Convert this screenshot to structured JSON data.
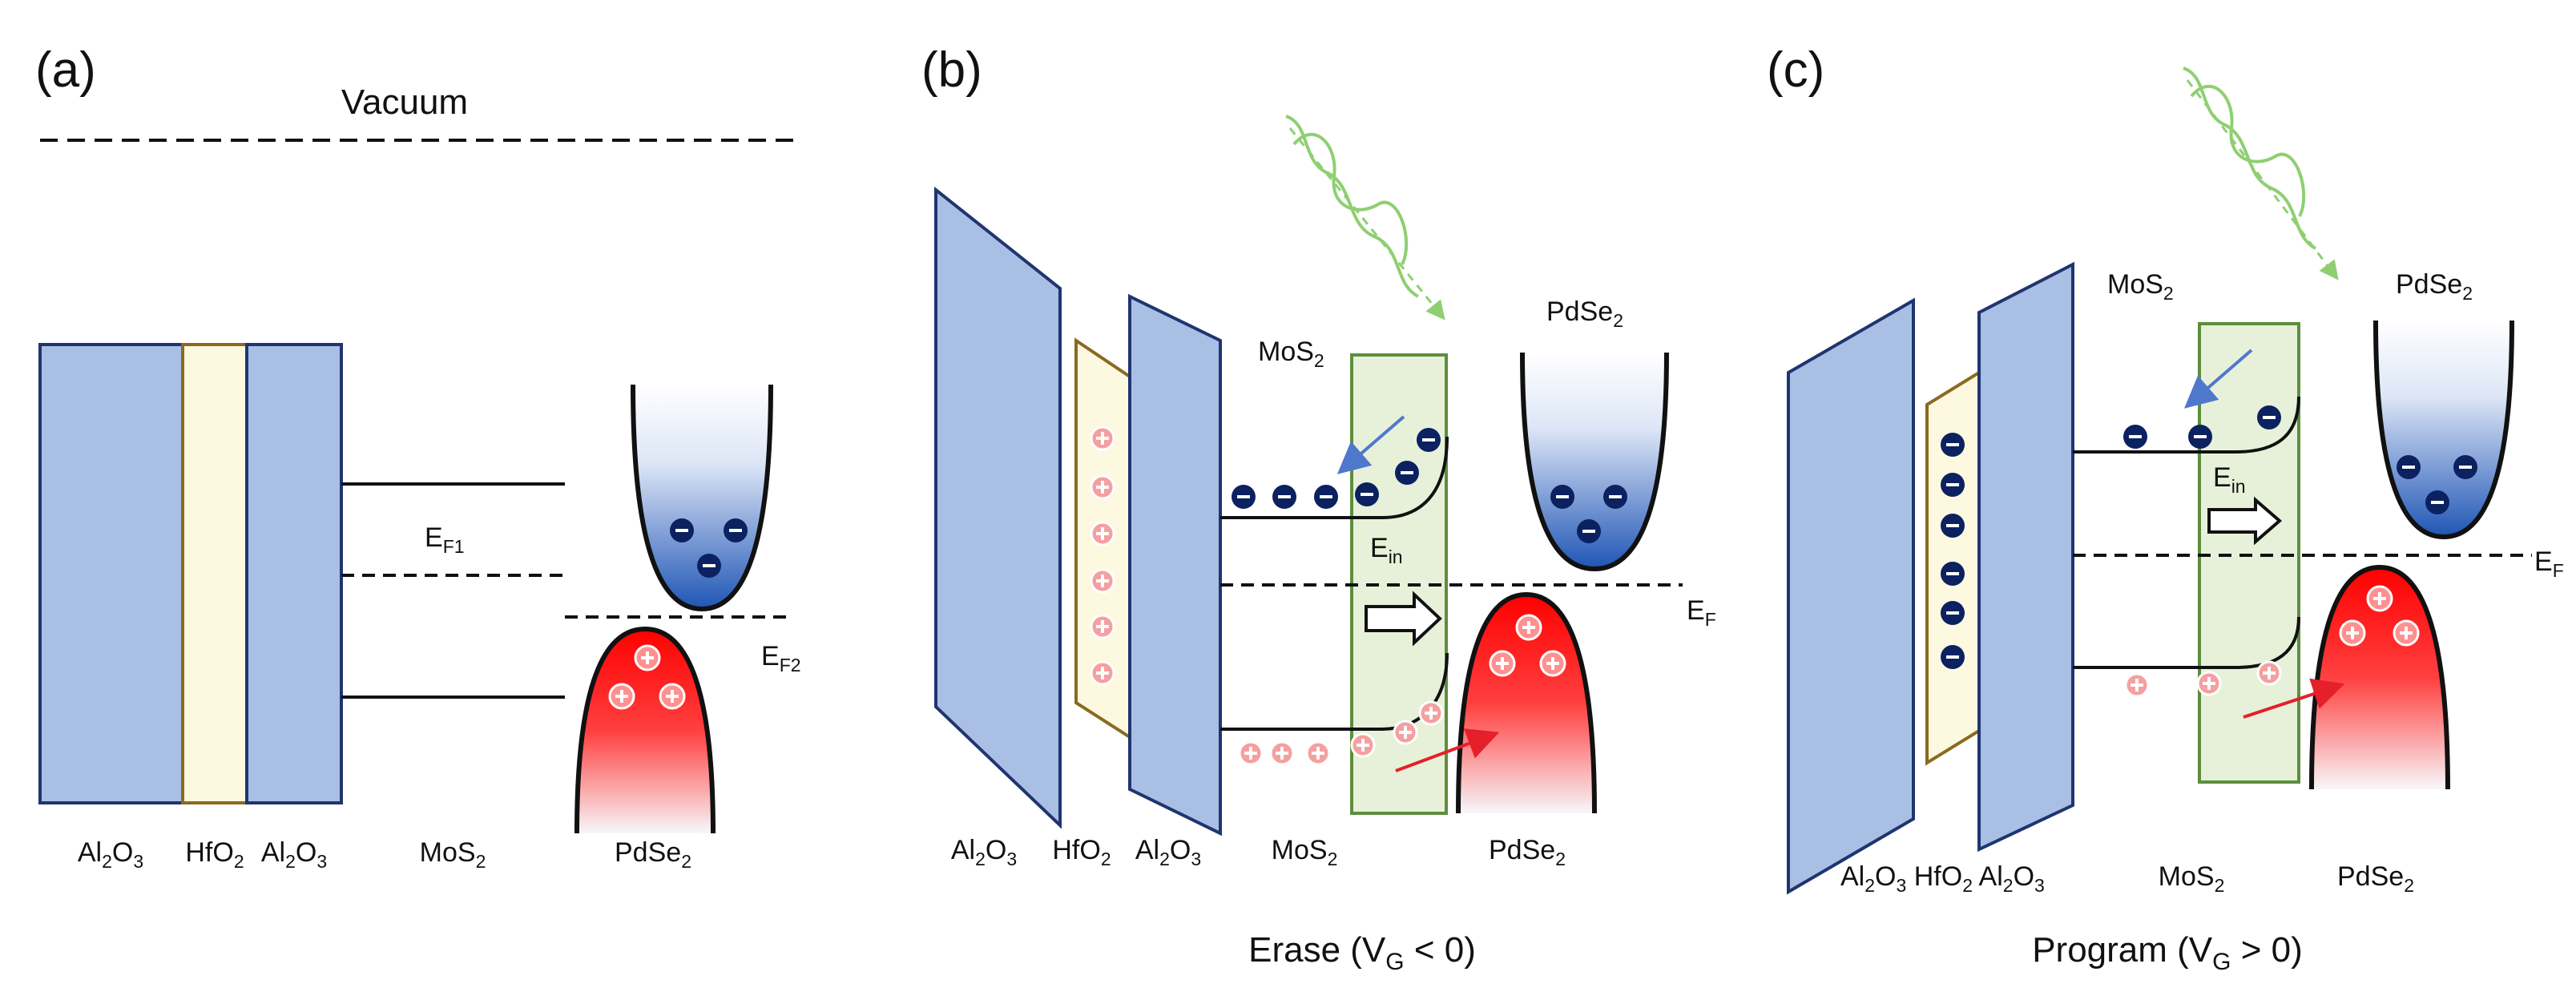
{
  "colors": {
    "oxide": "#aabfe4",
    "oxide_stroke": "#1f3570",
    "hfo2": "#fdf8e0",
    "hfo2_stroke": "#8b6a20",
    "mos2": "#e7f1da",
    "mos2_stroke": "#5d8e3c",
    "electron": "#0b2160",
    "hole": "#f08a8a",
    "electron_band": "#2f5fb3",
    "hole_band": "#ff1b1b",
    "arrow_blue": "#4f78cc",
    "arrow_red": "#e5202a",
    "light": "#8fcf72"
  },
  "panels": {
    "a": {
      "label": "(a)",
      "vacuum": "Vacuum",
      "ef1": {
        "base": "E",
        "sub": "F1"
      },
      "ef2": {
        "base": "E",
        "sub": "F2"
      },
      "bottom": [
        {
          "parts": [
            {
              "t": "Al"
            },
            {
              "t": "2",
              "s": 1
            },
            {
              "t": "O"
            },
            {
              "t": "3",
              "s": 1
            }
          ]
        },
        {
          "parts": [
            {
              "t": "HfO"
            },
            {
              "t": "2",
              "s": 1
            }
          ]
        },
        {
          "parts": [
            {
              "t": "Al"
            },
            {
              "t": "2",
              "s": 1
            },
            {
              "t": "O"
            },
            {
              "t": "3",
              "s": 1
            }
          ]
        },
        {
          "parts": [
            {
              "t": "MoS"
            },
            {
              "t": "2",
              "s": 1
            }
          ]
        },
        {
          "parts": [
            {
              "t": "PdSe"
            },
            {
              "t": "2",
              "s": 1
            }
          ]
        }
      ]
    },
    "b": {
      "label": "(b)",
      "mos2_top": {
        "parts": [
          {
            "t": "MoS"
          },
          {
            "t": "2",
            "s": 1
          }
        ]
      },
      "pdse2_top": {
        "parts": [
          {
            "t": "PdSe"
          },
          {
            "t": "2",
            "s": 1
          }
        ]
      },
      "ein": {
        "base": "E",
        "sub": "in"
      },
      "ef": {
        "base": "E",
        "sub": "F"
      },
      "bottom": [
        {
          "parts": [
            {
              "t": "Al"
            },
            {
              "t": "2",
              "s": 1
            },
            {
              "t": "O"
            },
            {
              "t": "3",
              "s": 1
            }
          ]
        },
        {
          "parts": [
            {
              "t": "HfO"
            },
            {
              "t": "2",
              "s": 1
            }
          ]
        },
        {
          "parts": [
            {
              "t": "Al"
            },
            {
              "t": "2",
              "s": 1
            },
            {
              "t": "O"
            },
            {
              "t": "3",
              "s": 1
            }
          ]
        },
        {
          "parts": [
            {
              "t": "MoS"
            },
            {
              "t": "2",
              "s": 1
            }
          ]
        },
        {
          "parts": [
            {
              "t": "PdSe"
            },
            {
              "t": "2",
              "s": 1
            }
          ]
        }
      ],
      "caption": {
        "parts": [
          {
            "t": "Erase (V"
          },
          {
            "t": "G",
            "s": 1
          },
          {
            "t": " < 0)"
          }
        ]
      }
    },
    "c": {
      "label": "(c)",
      "mos2_top": {
        "parts": [
          {
            "t": "MoS"
          },
          {
            "t": "2",
            "s": 1
          }
        ]
      },
      "pdse2_top": {
        "parts": [
          {
            "t": "PdSe"
          },
          {
            "t": "2",
            "s": 1
          }
        ]
      },
      "ein": {
        "base": "E",
        "sub": "in"
      },
      "ef": {
        "base": "E",
        "sub": "F"
      },
      "bottom": [
        {
          "parts": [
            {
              "t": "Al"
            },
            {
              "t": "2",
              "s": 1
            },
            {
              "t": "O"
            },
            {
              "t": "3",
              "s": 1
            },
            {
              "t": " HfO"
            },
            {
              "t": "2",
              "s": 1
            },
            {
              "t": " Al"
            },
            {
              "t": "2",
              "s": 1
            },
            {
              "t": "O"
            },
            {
              "t": "3",
              "s": 1
            }
          ]
        },
        {
          "parts": [
            {
              "t": "MoS"
            },
            {
              "t": "2",
              "s": 1
            }
          ]
        },
        {
          "parts": [
            {
              "t": "PdSe"
            },
            {
              "t": "2",
              "s": 1
            }
          ]
        }
      ],
      "caption": {
        "parts": [
          {
            "t": "Program (V"
          },
          {
            "t": "G",
            "s": 1
          },
          {
            "t": " > 0)"
          }
        ]
      }
    }
  }
}
